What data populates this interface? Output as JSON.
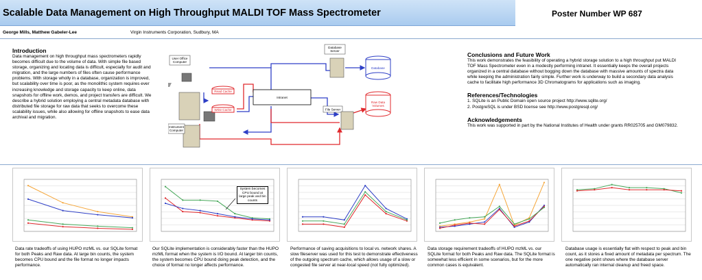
{
  "header": {
    "title": "Scalable Data Management on High Throughput MALDI TOF Mass Spectrometer",
    "poster_number": "Poster Number WP 687",
    "authors": "George Mills, Matthew Gabeler-Lee",
    "affiliation": "Virgin Instruments Corporation, Sudbury, MA"
  },
  "colors": {
    "title_band": "#b5d2f2",
    "red": "#e0282c",
    "blue": "#2e3fc6",
    "orange": "#f5a63a",
    "green": "#47a85a"
  },
  "intro": {
    "title": "Introduction",
    "text": "Data management on high throughput mass spectrometers rapidly becomes difficult due to the volume of data. With simple file based storage, organizing and locating data is difficult, especially for audit and migration, and the large numbers of files often cause performance problems. With storage wholly in a database, organization is improved, but scalability over time is poor, as the monolithic system requires ever increasing knowledge and storage capacity to keep online, data snapshots for offline work, demos, and project transfers are difficult. We describe a hybrid solution employing a central metadata database with distributed file storage for raw data that seeks to overcome these scalability issues, while also allowing for offline snapshots to ease data archival and migration."
  },
  "diagram": {
    "user_office": "User Office\nComputer",
    "database_server": "Database\nServer",
    "database": "Database",
    "read_cache": "Read Cache",
    "write_cache": "Write Cache",
    "intranet": "Intranet",
    "file_server": "File Server",
    "raw_data_volumes": "Raw Data\nVolumes",
    "instrument_computer": "Instrument\nComputer"
  },
  "conclusions": {
    "title": "Conclusions and Future Work",
    "text": "This work demonstrates the feasibility of operating a hybrid storage solution to a high throughput put MALDI TOF Mass Spectrometer even in a modestly performing intranet. It essentially keeps the overall projects organized in a central database without bogging down the database with massive amounts of spectra data while keeping the administration fairly simple. Further work is underway to build a secondary data analysis cache to facilitate high performance 3D Chromatograms for applications such as imaging."
  },
  "references": {
    "title": "References/Technologies",
    "items": [
      "1. SQLite is an Public Domain open source project http://www.sqlite.org/",
      "2. PostgreSQL is under BSD license see http://www.postgresql.org/"
    ]
  },
  "acknowledgements": {
    "title": "Acknowledgements",
    "text": "This work was supported in part by the National Institutes of Health under grants RR025705 and GM079832."
  },
  "chart_data": [
    {
      "type": "line",
      "title": "",
      "series": [
        {
          "color": "#f5a63a",
          "values": [
            88,
            55,
            38,
            28
          ]
        },
        {
          "color": "#2e3fc6",
          "values": [
            62,
            40,
            32,
            26
          ]
        },
        {
          "color": "#47a85a",
          "values": [
            22,
            14,
            10,
            7
          ]
        },
        {
          "color": "#e0282c",
          "values": [
            16,
            9,
            6,
            4
          ]
        }
      ]
    },
    {
      "type": "line",
      "title": "",
      "annotation": "System becomes CPU bound at large peak and bin counts",
      "series": [
        {
          "color": "#47a85a",
          "values": [
            86,
            60,
            60,
            58,
            34,
            26,
            24
          ]
        },
        {
          "color": "#e0282c",
          "values": [
            64,
            38,
            36,
            30,
            26,
            22,
            20
          ]
        },
        {
          "color": "#2e3fc6",
          "values": [
            54,
            44,
            40,
            34,
            28,
            24,
            22
          ]
        }
      ]
    },
    {
      "type": "line",
      "title": "",
      "series": [
        {
          "color": "#2e3fc6",
          "values": [
            28,
            28,
            22,
            88,
            44,
            24
          ]
        },
        {
          "color": "#e0282c",
          "values": [
            14,
            14,
            8,
            70,
            34,
            20
          ]
        },
        {
          "color": "#47a85a",
          "values": [
            20,
            20,
            14,
            76,
            38,
            22
          ]
        }
      ]
    },
    {
      "type": "line",
      "title": "",
      "series": [
        {
          "color": "#f5a63a",
          "values": [
            10,
            14,
            18,
            24,
            90,
            12,
            26,
            94
          ]
        },
        {
          "color": "#2e3fc6",
          "values": [
            8,
            10,
            14,
            18,
            44,
            8,
            18,
            50
          ]
        },
        {
          "color": "#e0282c",
          "values": [
            6,
            12,
            16,
            14,
            42,
            10,
            20,
            48
          ]
        },
        {
          "color": "#47a85a",
          "values": [
            16,
            22,
            26,
            28,
            48,
            14,
            24,
            46
          ]
        }
      ]
    },
    {
      "type": "line",
      "title": "",
      "series": [
        {
          "color": "#47a85a",
          "values": [
            80,
            82,
            90,
            84,
            84,
            82,
            74
          ]
        },
        {
          "color": "#e0282c",
          "values": [
            78,
            80,
            84,
            80,
            80,
            80,
            78
          ]
        }
      ]
    }
  ],
  "captions": [
    "Data rate tradeoffs of using HUPO mzML vs. our SQLite format for both Peaks and Raw data.  At large bin counts, the system becomes CPU bound and the file format no longer impacts performance.",
    "Our SQLite implementation is considerably faster than the HUPO mzML format when the system is I/O bound.  At larger bin counts, the system becomes CPU bound doing peak detection, and the choice of format no longer affects performance.",
    "Performance of saving acquisitions to local vs. network shares.  A slow fileserver was used for this test to demonstrate effectiveness of the outgoing spectrum cache, which allows usage of a slow or congested file server at near-local speed (not fully optimized).",
    "Data storage requirement tradeoffs of HUPO mzML vs. our SQLite format for both Peaks and Raw data.  The SQLite format is somewhat less efficient in some scenarios, but for the more common cases is equivalent.",
    "Database usage is essentially flat with respect to peak and bin count, as it stores a fixed amount of metadata per spectrum.  The one negative point shows where the database server automatically ran internal cleanup and freed space."
  ]
}
